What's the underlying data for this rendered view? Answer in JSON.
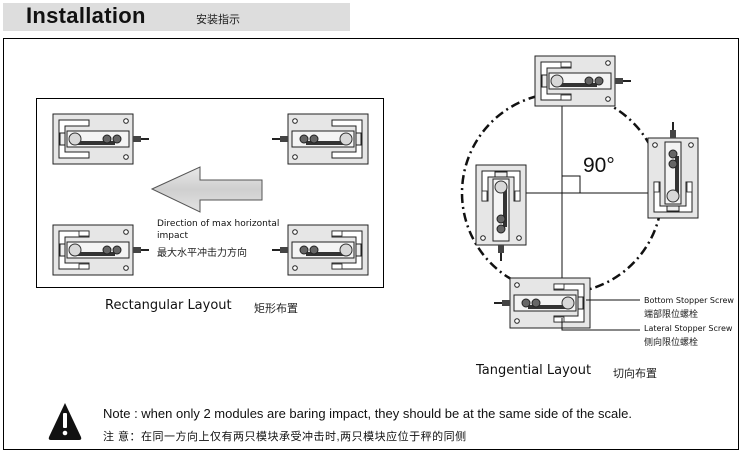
{
  "header": {
    "title": "Installation",
    "title_cn": "安装指示"
  },
  "rectangular_layout": {
    "label": "Rectangular Layout",
    "label_cn": "矩形布置",
    "arrow_caption_line1": "Direction of max horizontal",
    "arrow_caption_line2": "impact",
    "arrow_caption_cn": "最大水平冲击力方向",
    "modules": [
      "top-left",
      "top-right",
      "bottom-left",
      "bottom-right"
    ]
  },
  "tangential_layout": {
    "label": "Tangential Layout",
    "label_cn": "切向布置",
    "angle_label": "90°",
    "modules": [
      "top",
      "right",
      "bottom",
      "left"
    ],
    "callouts": [
      {
        "label": "Bottom Stopper Screw",
        "label_cn": "端部限位螺栓"
      },
      {
        "label": "Lateral Stopper Screw",
        "label_cn": "侧向限位螺栓"
      }
    ]
  },
  "note": {
    "icon": "warning-icon",
    "text": "Note : when only 2 modules are baring impact, they should be at the same side of the scale.",
    "text_cn": "注  意：在同一方向上仅有两只模块承受冲击时,两只模块应位于秤的同侧"
  }
}
